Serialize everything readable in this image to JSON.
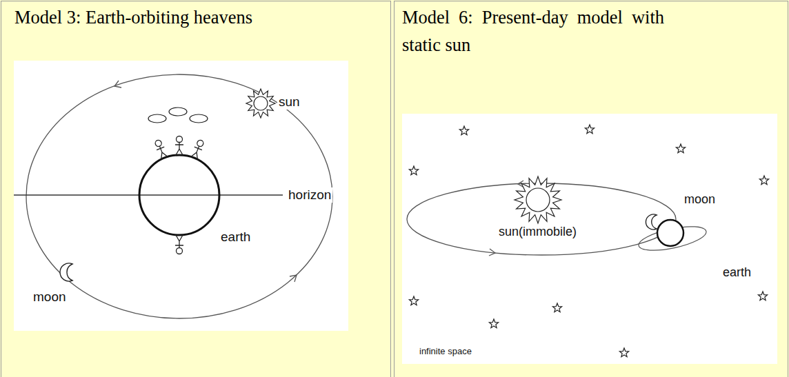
{
  "diagram": {
    "nodes": [
      {
        "text": [
          "Model 3: Earth-orbiting heavens"
        ]
      },
      {
        "text": [
          "Model 6: Present-day model with static sun"
        ]
      }
    ],
    "labels": [
      "sun",
      "horizon",
      "earth",
      "moon",
      "moon",
      "sun(immobile)",
      "earth",
      "infinite space"
    ]
  }
}
